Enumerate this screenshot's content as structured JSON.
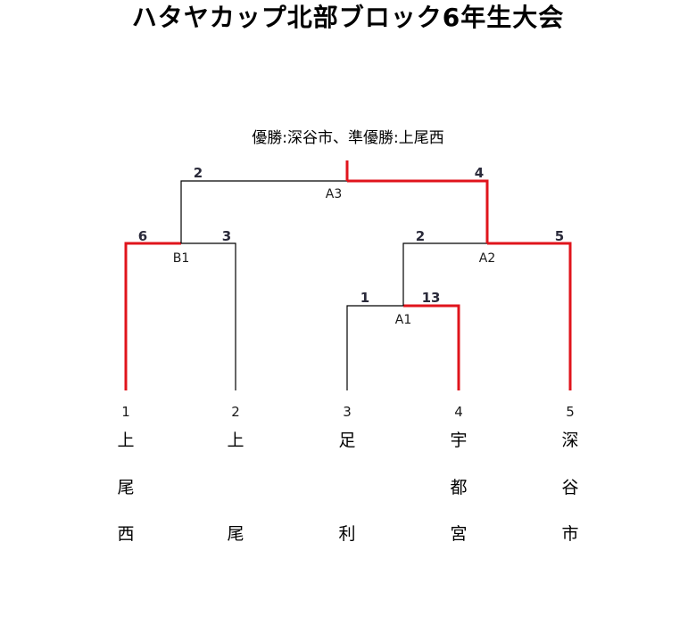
{
  "title": "ハタヤカップ北部ブロック6年生大会",
  "result_line": "優勝:深谷市、準優勝:上尾西",
  "colors": {
    "winner_path": "#e0141c",
    "line": "#000000"
  },
  "teams": [
    {
      "seed": "1",
      "chars": [
        "上",
        "尾",
        "西"
      ]
    },
    {
      "seed": "2",
      "chars": [
        "上",
        "",
        "尾"
      ]
    },
    {
      "seed": "3",
      "chars": [
        "足",
        "",
        "利"
      ]
    },
    {
      "seed": "4",
      "chars": [
        "宇",
        "都",
        "宮"
      ]
    },
    {
      "seed": "5",
      "chars": [
        "深",
        "谷",
        "市"
      ]
    }
  ],
  "matches": {
    "A1": {
      "label": "A1",
      "left_score": "1",
      "right_score": "13",
      "winner": "right"
    },
    "B1": {
      "label": "B1",
      "left_score": "6",
      "right_score": "3",
      "winner": "left"
    },
    "A2": {
      "label": "A2",
      "left_score": "2",
      "right_score": "5",
      "winner": "right"
    },
    "A3": {
      "label": "A3",
      "left_score": "2",
      "right_score": "4",
      "winner": "right"
    }
  }
}
